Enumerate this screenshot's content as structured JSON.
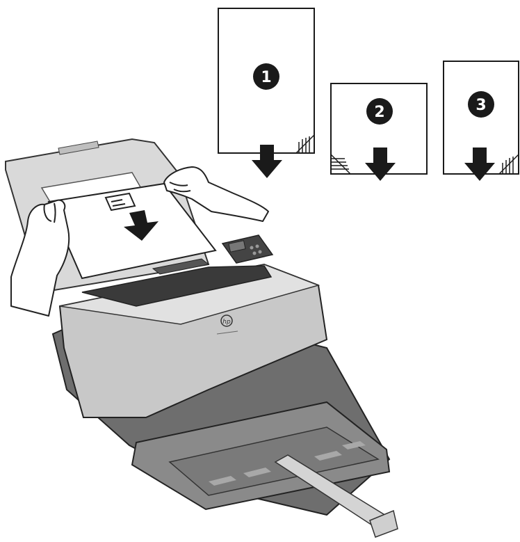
{
  "pages": [
    {
      "number": "1",
      "corner": "right"
    },
    {
      "number": "2",
      "corner": "left"
    },
    {
      "number": "3",
      "corner": "right"
    }
  ],
  "colors": {
    "ink": "#1a1a1a",
    "scanner_body": "#c8c8c8",
    "scanner_dark": "#555555",
    "tray": "#7a7a7a",
    "paper": "#ffffff"
  },
  "icons": {
    "down_arrow": "down-arrow-icon",
    "hp_logo": "hp-logo-icon",
    "page_icon": "page-icon"
  }
}
